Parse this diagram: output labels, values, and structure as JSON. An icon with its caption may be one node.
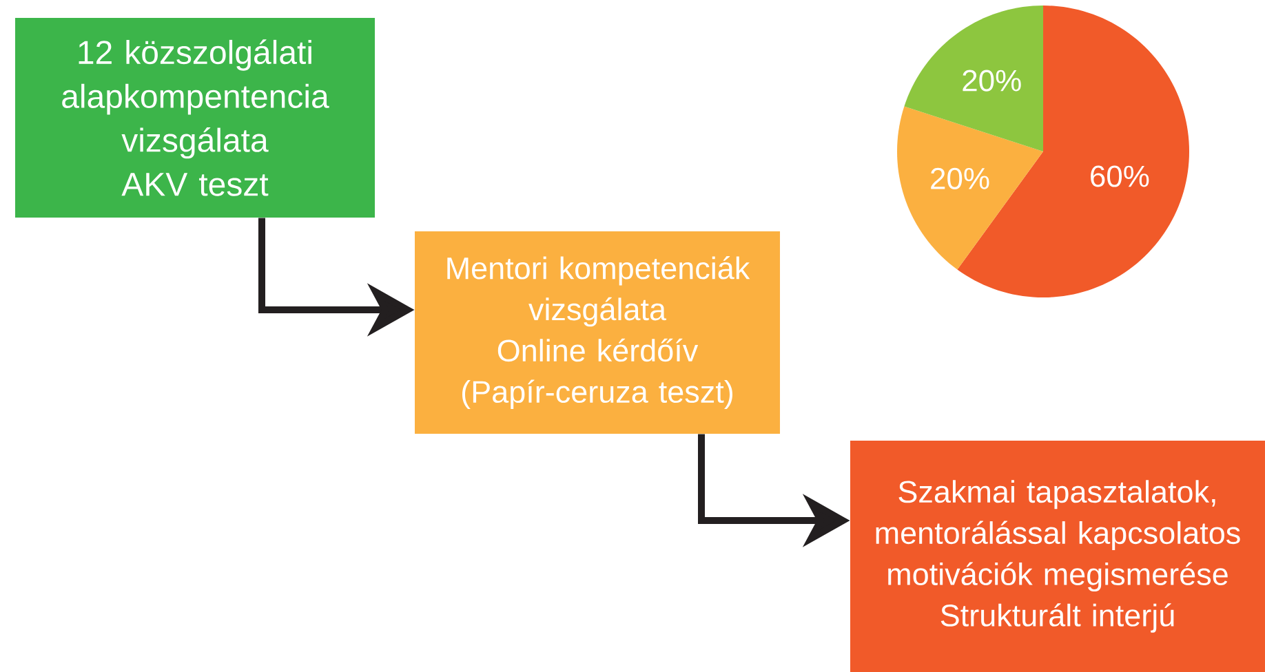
{
  "diagram": {
    "nodes": [
      {
        "text": [
          "12 közszolgálati alapkompentencia vizsgálata",
          "AKV teszt"
        ]
      },
      {
        "text": [
          "Mentori kompetenciák vizsgálata",
          "Online kérdőív",
          "(Papír-ceruza teszt)"
        ]
      },
      {
        "text": [
          "Szakmai tapasztalatok, mentorálással kapcsolatos motivációk megismerése",
          "Strukturált interjú"
        ]
      }
    ],
    "edges": [
      {
        "from": 0,
        "to": 1,
        "arrow": "to"
      },
      {
        "from": 1,
        "to": 2,
        "arrow": "to"
      }
    ],
    "chart_data": {
      "type": "pie",
      "categories": [
        null,
        null,
        null
      ],
      "values": [
        60,
        20,
        20
      ],
      "colors": [
        "#f15a29",
        "#fbb040",
        "#8dc63f"
      ],
      "value_labels": [
        "60%",
        "20%",
        "20%"
      ]
    }
  }
}
